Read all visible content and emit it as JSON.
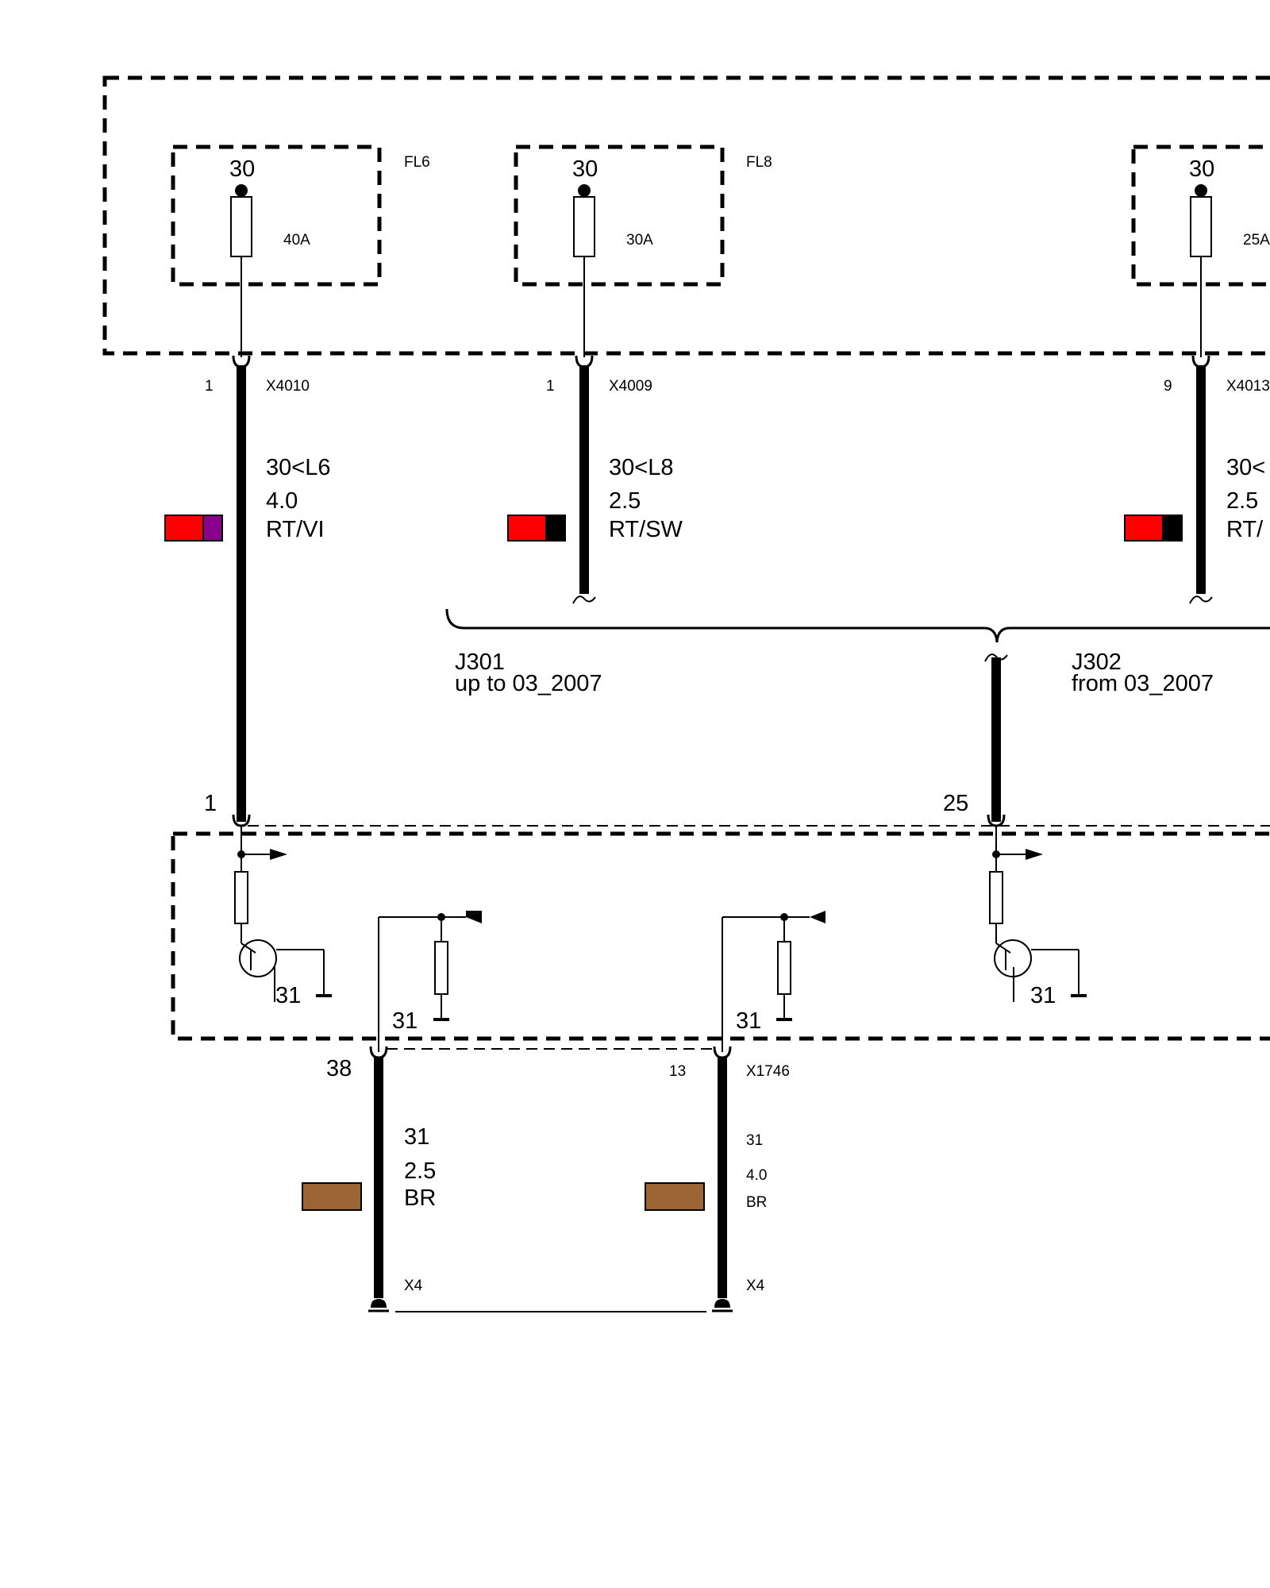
{
  "fuses": [
    {
      "terminal": "30",
      "id": "FL6",
      "rating": "40A"
    },
    {
      "terminal": "30",
      "id": "FL8",
      "rating": "30A"
    },
    {
      "terminal": "30",
      "id": "",
      "rating": "25A"
    }
  ],
  "wires_top": [
    {
      "pin": "1",
      "connector": "X4010",
      "signal": "30<L6",
      "gauge": "4.0",
      "color_code": "RT/VI",
      "colors": [
        "#ff0000",
        "#8b008b"
      ]
    },
    {
      "pin": "1",
      "connector": "X4009",
      "signal": "30<L8",
      "gauge": "2.5",
      "color_code": "RT/SW",
      "colors": [
        "#ff0000",
        "#000000"
      ]
    },
    {
      "pin": "9",
      "connector": "X4013",
      "signal": "30<",
      "gauge": "2.5",
      "color_code": "RT/",
      "colors": [
        "#ff0000",
        "#000000"
      ]
    }
  ],
  "variants": [
    {
      "code": "J301",
      "text": "up to 03_2007"
    },
    {
      "code": "J302",
      "text": "from 03_2007"
    }
  ],
  "module_pins": {
    "left": "1",
    "right": "25"
  },
  "ground_labels": [
    "31",
    "31",
    "31",
    "31"
  ],
  "wires_bottom": [
    {
      "pin": "38",
      "connector": "",
      "signal": "31",
      "gauge": "2.5",
      "color_code": "BR",
      "ground": "X4",
      "color": "#9c6535"
    },
    {
      "pin": "13",
      "connector": "X1746",
      "signal": "31",
      "gauge": "4.0",
      "color_code": "BR",
      "ground": "X4",
      "color": "#9c6535"
    }
  ]
}
